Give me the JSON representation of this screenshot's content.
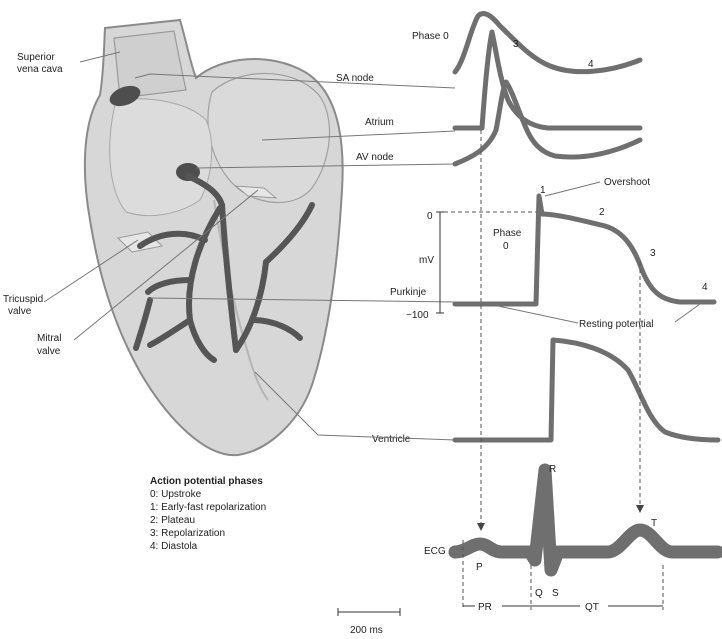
{
  "heart_labels": {
    "superior_vena_cava": [
      "Superior",
      "vena cava"
    ],
    "tricuspid_valve": [
      "Tricuspid",
      "valve"
    ],
    "mitral_valve": [
      "Mitral",
      "valve"
    ]
  },
  "traces": {
    "sa_node": "SA node",
    "atrium": "Atrium",
    "av_node": "AV node",
    "purkinje": "Purkinje",
    "ventricle": "Ventricle",
    "ecg": "ECG"
  },
  "phase_labels": {
    "phase0_top": "Phase 0",
    "phase3_top": "3",
    "phase4_top": "4",
    "overshoot": "Overshoot",
    "phase1": "1",
    "phase2": "2",
    "phase3": "3",
    "phase4": "4",
    "phase0_word": "Phase",
    "phase0_num": "0",
    "resting_potential": "Resting potential"
  },
  "axis": {
    "unit": "mV",
    "top_tick": "0",
    "bottom_tick": "−100"
  },
  "ecg_labels": {
    "p": "P",
    "q": "Q",
    "r": "R",
    "s": "S",
    "t": "T",
    "pr": "PR",
    "qt": "QT"
  },
  "scale_bar": "200 ms",
  "legend": {
    "title": "Action potential phases",
    "items": [
      "0: Upstroke",
      "1: Early-fast repolarization",
      "2: Plateau",
      "3: Repolarization",
      "4: Diastola"
    ]
  },
  "colors": {
    "trace": "#6f6f6f",
    "heart_fill": "#d7d7d7",
    "conduction": "#555555"
  }
}
